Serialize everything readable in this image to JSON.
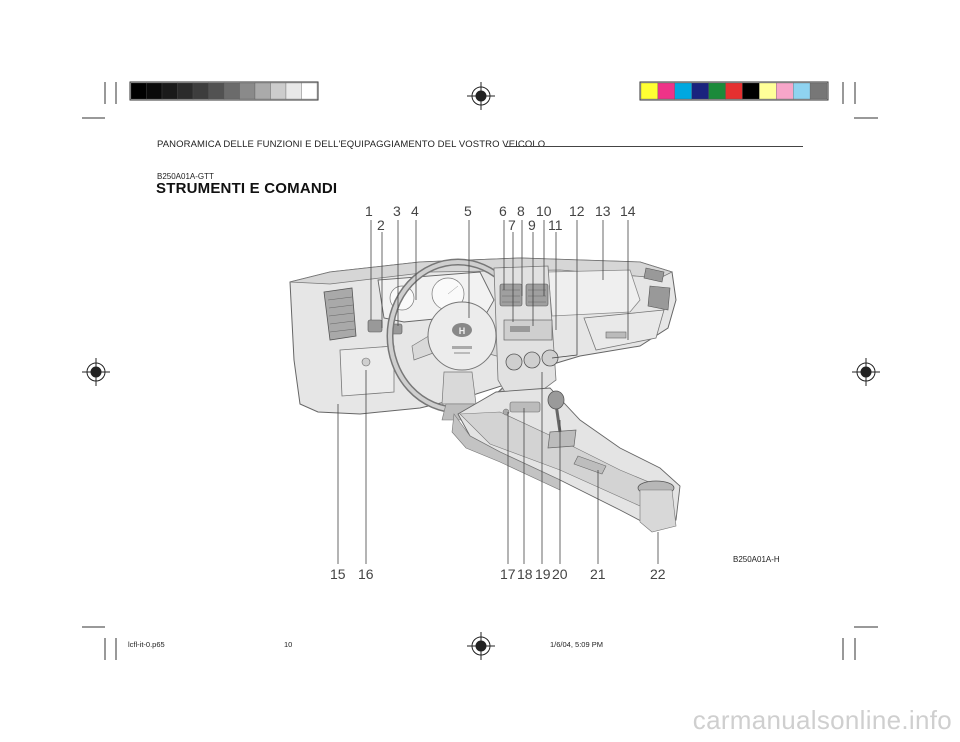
{
  "header": {
    "section_title": "PANORAMICA DELLE FUNZIONI E DELL'EQUIPAGGIAMENTO DEL VOSTRO VEICOLO"
  },
  "section": {
    "code": "B250A01A-GTT",
    "title": "STRUMENTI E COMANDI"
  },
  "figure": {
    "code": "B250A01A-H",
    "callouts": [
      "1",
      "2",
      "3",
      "4",
      "5",
      "6",
      "7",
      "8",
      "9",
      "10",
      "11",
      "12",
      "13",
      "14",
      "15",
      "16",
      "17",
      "18",
      "19",
      "20",
      "21",
      "22"
    ],
    "hub_logo": "H"
  },
  "footer": {
    "file": "lcfl-it-0.p65",
    "page": "10",
    "timestamp": "1/6/04, 5:09 PM"
  },
  "watermark": "carmanualsonline.info",
  "colors": {
    "registration_left": [
      "#000000",
      "#0a0a0a",
      "#1a1a1a",
      "#2b2b2b",
      "#3d3d3d",
      "#525252",
      "#6b6b6b",
      "#8a8a8a",
      "#aaaaaa",
      "#cccccc",
      "#e8e8e8",
      "#ffffff"
    ],
    "registration_right": [
      "#ffff33",
      "#ee3388",
      "#00a8e0",
      "#1a237e",
      "#1b8a3a",
      "#e53030",
      "#000000",
      "#ffff99",
      "#f7a6c9",
      "#8fd3f0",
      "#777777"
    ]
  }
}
